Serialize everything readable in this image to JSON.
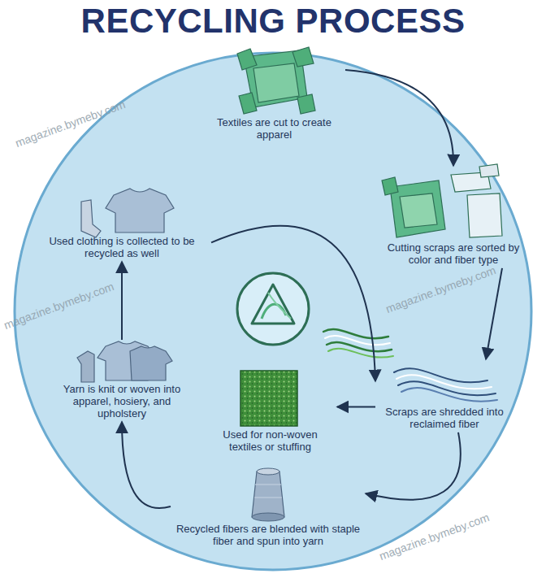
{
  "diagram": {
    "title": "RECYCLING PROCESS",
    "nodes": [
      {
        "text": [
          "Textiles are cut to create apparel"
        ]
      },
      {
        "text": [
          "Cutting scraps are sorted by color and fiber type"
        ]
      },
      {
        "text": [
          "Scraps are shredded into reclaimed fiber"
        ]
      },
      {
        "text": [
          "Recycled fibers are blended with staple fiber and spun into yarn"
        ]
      },
      {
        "text": [
          "Yarn is knit or woven into apparel, hosiery, and upholstery"
        ]
      },
      {
        "text": [
          "Used clothing is collected to be recycled as well"
        ]
      },
      {
        "text": [
          "Used for non-woven textiles or stuffing"
        ]
      }
    ],
    "edges": [
      {
        "from": 0,
        "to": 1,
        "arrow": "to"
      },
      {
        "from": 1,
        "to": 2,
        "arrow": "to"
      },
      {
        "from": 2,
        "to": 3,
        "arrow": "to"
      },
      {
        "from": 3,
        "to": 4,
        "arrow": "to"
      },
      {
        "from": 4,
        "to": 5,
        "arrow": "to"
      },
      {
        "from": 5,
        "to": 2,
        "arrow": "to"
      },
      {
        "from": 2,
        "to": 6,
        "arrow": "to"
      }
    ],
    "labels": [
      "magazine.bymeby.com",
      "magazine.bymeby.com",
      "magazine.bymeby.com",
      "magazine.bymeby.com"
    ]
  }
}
